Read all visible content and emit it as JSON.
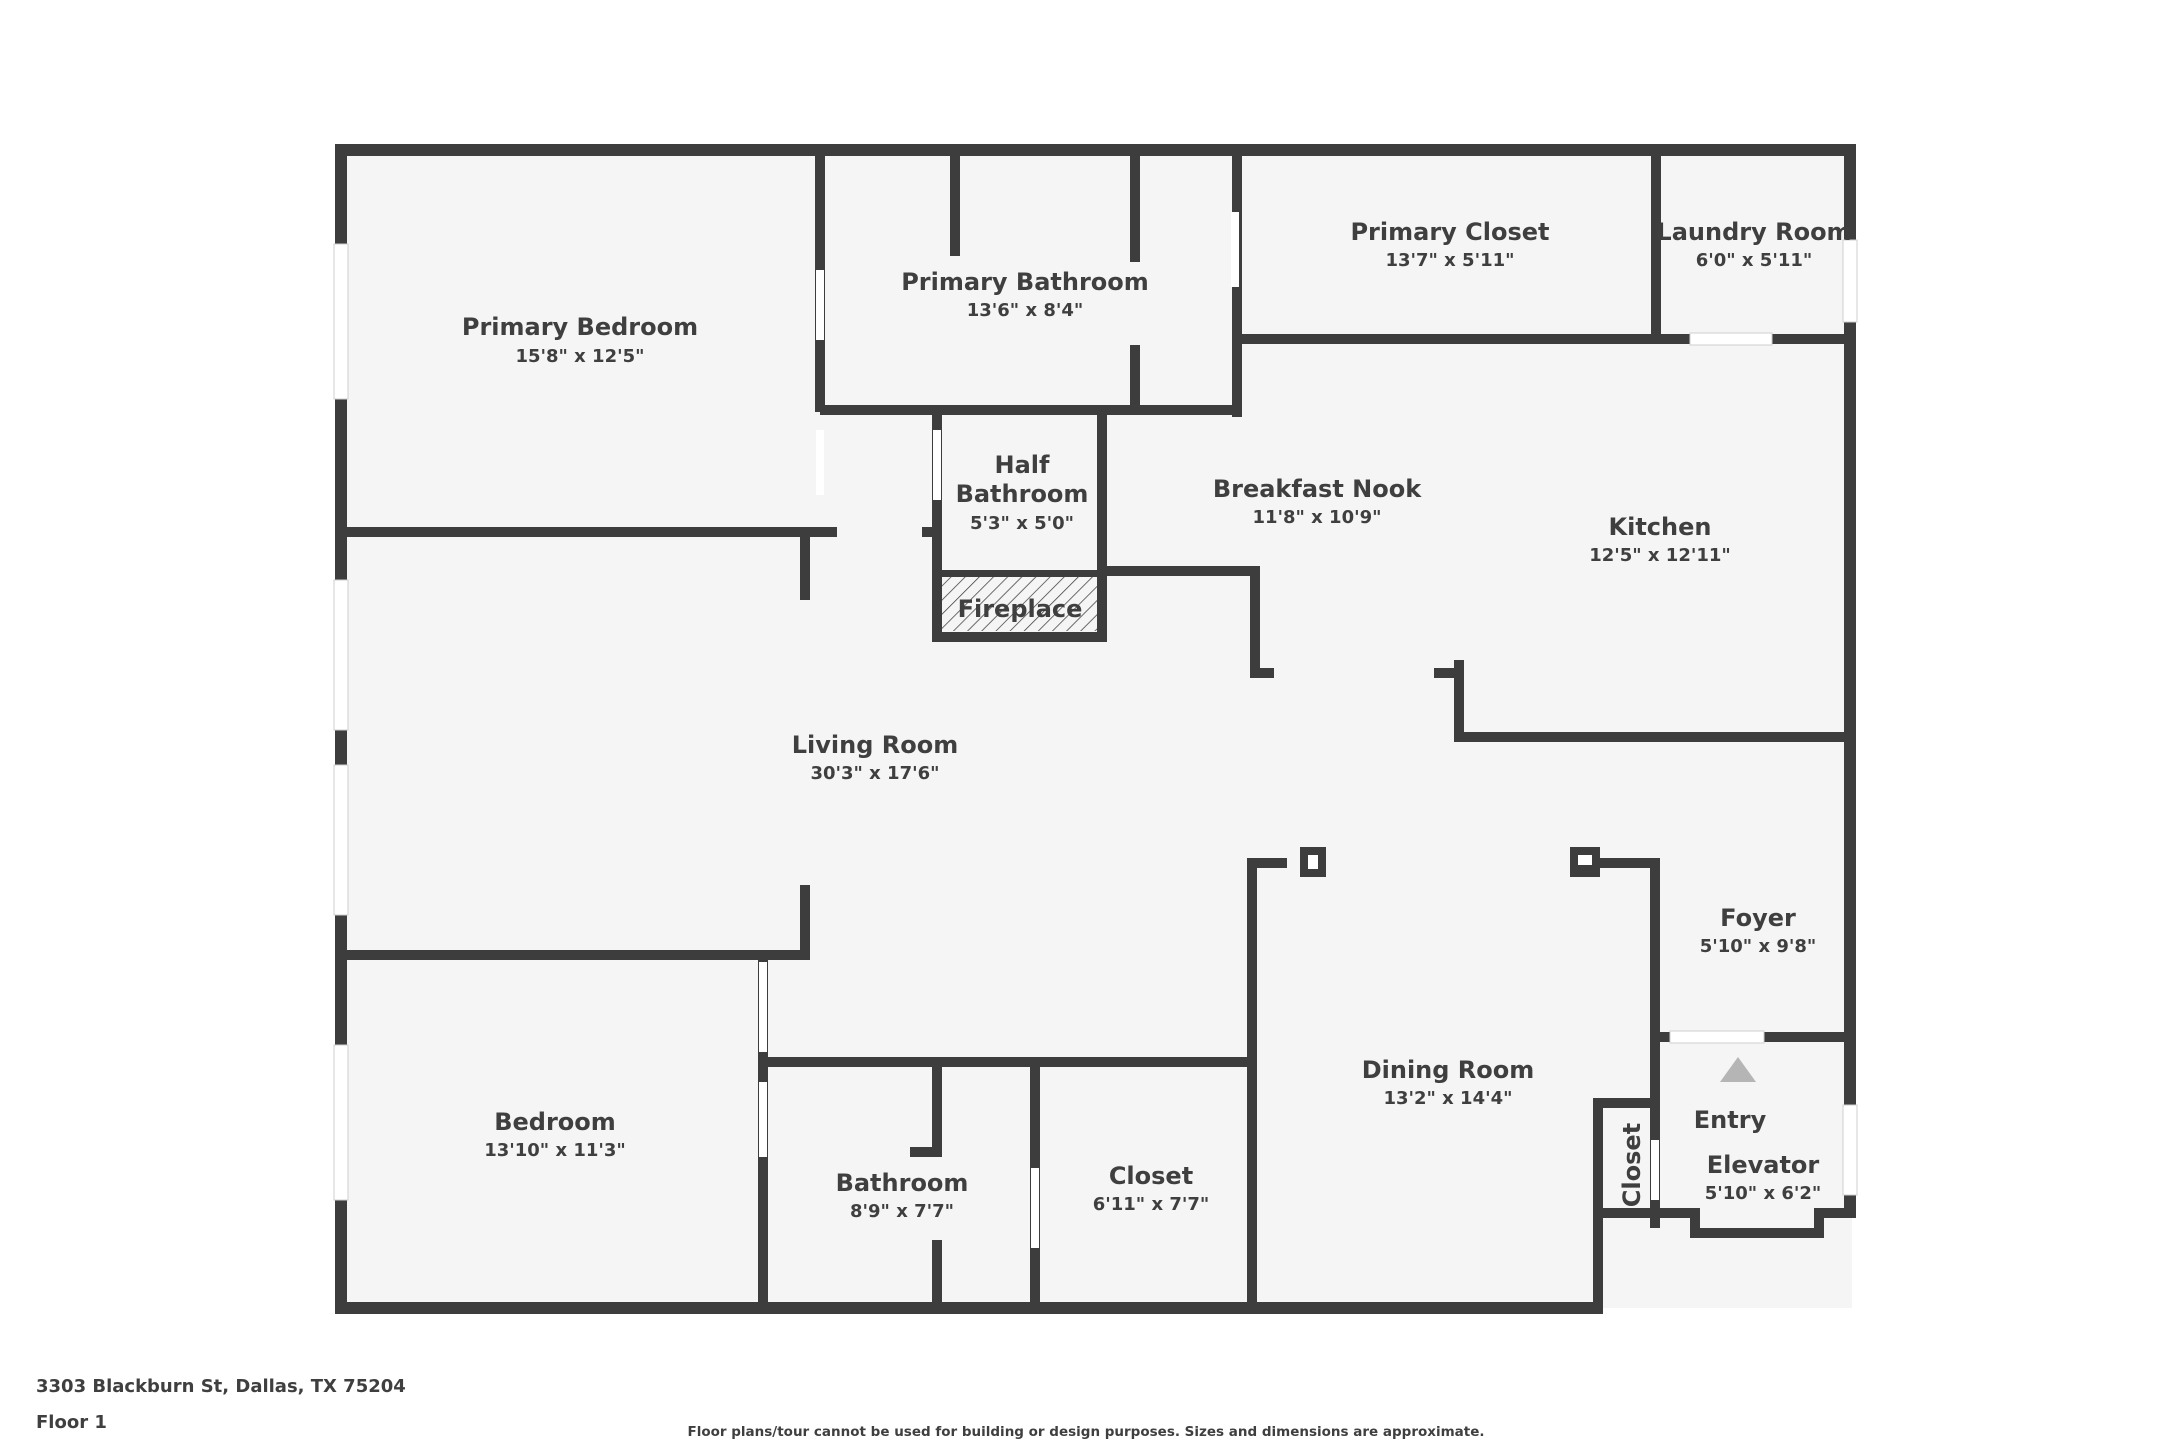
{
  "rooms": {
    "primary_bedroom": {
      "name": "Primary Bedroom",
      "dims": "15'8\" x 12'5\""
    },
    "primary_bathroom": {
      "name": "Primary Bathroom",
      "dims": "13'6\" x 8'4\""
    },
    "primary_closet": {
      "name": "Primary Closet",
      "dims": "13'7\" x 5'11\""
    },
    "laundry_room": {
      "name": "Laundry Room",
      "dims": "6'0\" x 5'11\""
    },
    "half_bathroom": {
      "name_line1": "Half",
      "name_line2": "Bathroom",
      "dims": "5'3\" x 5'0\""
    },
    "breakfast_nook": {
      "name": "Breakfast Nook",
      "dims": "11'8\" x 10'9\""
    },
    "kitchen": {
      "name": "Kitchen",
      "dims": "12'5\" x 12'11\""
    },
    "fireplace": {
      "name": "Fireplace"
    },
    "living_room": {
      "name": "Living Room",
      "dims": "30'3\" x 17'6\""
    },
    "foyer": {
      "name": "Foyer",
      "dims": "5'10\" x 9'8\""
    },
    "dining_room": {
      "name": "Dining Room",
      "dims": "13'2\" x 14'4\""
    },
    "entry": {
      "name": "Entry"
    },
    "elevator": {
      "name": "Elevator",
      "dims": "5'10\" x 6'2\""
    },
    "small_closet": {
      "name": "Closet"
    },
    "bedroom": {
      "name": "Bedroom",
      "dims": "13'10\" x 11'3\""
    },
    "bathroom": {
      "name": "Bathroom",
      "dims": "8'9\" x 7'7\""
    },
    "closet": {
      "name": "Closet",
      "dims": "6'11\" x 7'7\""
    }
  },
  "footer": {
    "address": "3303 Blackburn St, Dallas, TX 75204",
    "floor": "Floor 1",
    "disclaimer": "Floor plans/tour cannot be used for building or design purposes. Sizes and dimensions are approximate."
  },
  "colors": {
    "wall": "#3d3d3d",
    "floor": "#f5f5f5",
    "text": "#3f3f3f",
    "entry_marker": "#b5b5b5"
  }
}
